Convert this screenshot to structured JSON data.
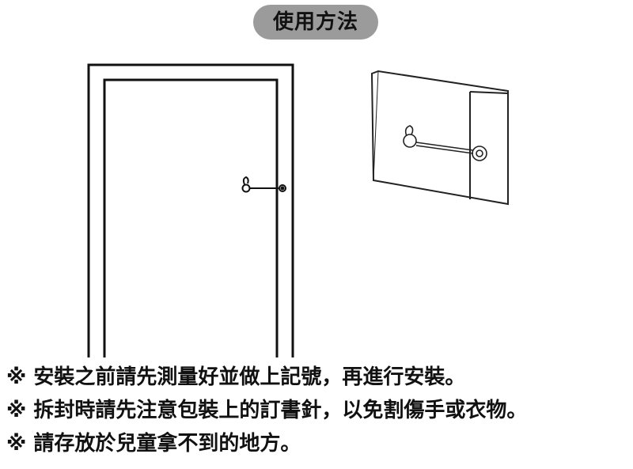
{
  "title": "使用方法",
  "notes": [
    "※ 安裝之前請先測量好並做上記號，再進行安裝。",
    "※ 拆封時請先注意包裝上的訂書針，以免割傷手或衣物。",
    "※ 請存放於兒童拿不到的地方。"
  ]
}
